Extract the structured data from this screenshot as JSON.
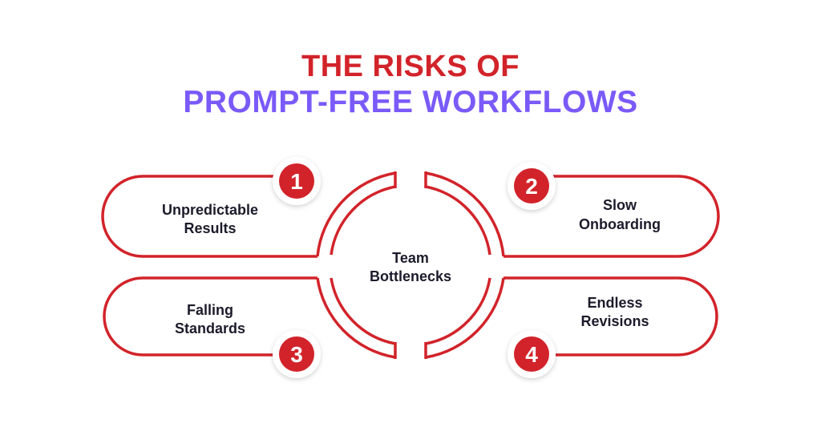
{
  "title": {
    "line1": "THE RISKS OF",
    "line2": "PROMPT-FREE WORKFLOWS"
  },
  "center": {
    "line1": "Team",
    "line2": "Bottlenecks"
  },
  "items": [
    {
      "number": "1",
      "line1": "Unpredictable",
      "line2": "Results"
    },
    {
      "number": "2",
      "line1": "Slow",
      "line2": "Onboarding"
    },
    {
      "number": "3",
      "line1": "Falling",
      "line2": "Standards"
    },
    {
      "number": "4",
      "line1": "Endless",
      "line2": "Revisions"
    }
  ],
  "colors": {
    "accent_red": "#d2232a",
    "accent_purple": "#7a5af8",
    "text": "#1c1b2b"
  }
}
